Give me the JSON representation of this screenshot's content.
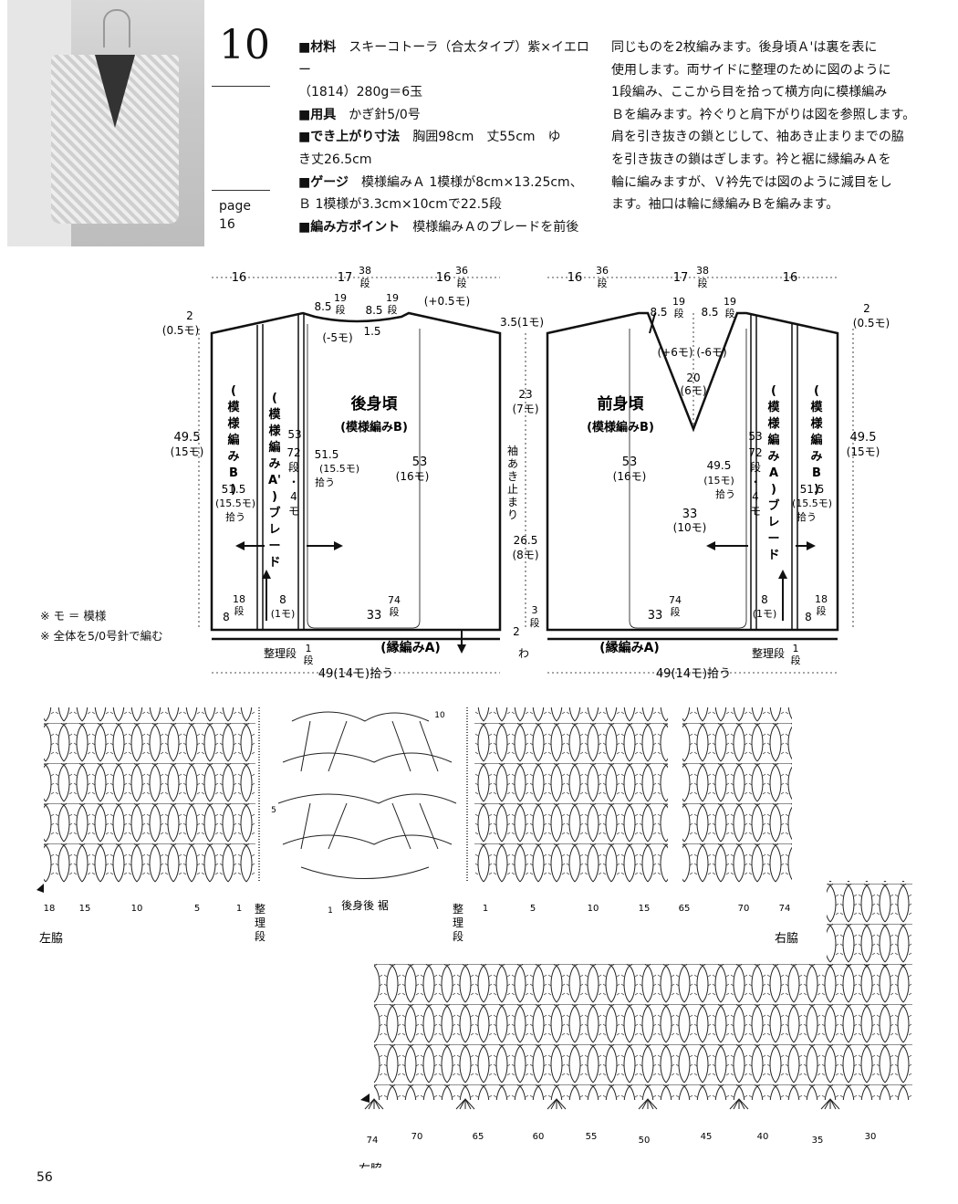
{
  "header": {
    "pattern_number": "10",
    "page_label": "page",
    "page_ref": "16"
  },
  "materials": {
    "label": "■材料",
    "text1": "スキーコトーラ（合太タイプ）紫×イエロー",
    "text2": "（1814）280g＝6玉"
  },
  "tools": {
    "label": "■用具",
    "text": "かぎ針5/0号"
  },
  "finished_size": {
    "label": "■でき上がり寸法",
    "text1": "胸囲98cm　丈55cm　ゆ",
    "text2": "き丈26.5cm"
  },
  "gauge": {
    "label": "■ゲージ",
    "text1": "模様編みＡ 1模様が8cm×13.25cm、",
    "text2": "Ｂ 1模様が3.3cm×10cmで22.5段"
  },
  "knitting_points": {
    "label": "■編み方ポイント",
    "text": "模様編みＡのブレードを前後"
  },
  "instructions_lines": [
    "同じものを2枚編みます。後身頃Ａ'は裏を表に",
    "使用します。両サイドに整理のために図のように",
    "1段編み、ここから目を拾って横方向に模様編み",
    "Ｂを編みます。衿ぐりと肩下がりは図を参照します。",
    "肩を引き抜きの鎖とじして、袖あき止まりまでの脇",
    "を引き抜きの鎖はぎします。衿と裾に縁編みＡを",
    "輪に編みますが、Ｖ衿先では図のように減目をし",
    "ます。袖口は輪に縁編みＢを編みます。"
  ],
  "notes": [
    "※ モ ＝ 模様",
    "※ 全体を5/0号針で編む"
  ],
  "back": {
    "title": "後身頃",
    "subtitle": "(模様編みB)",
    "top_dims": [
      "16",
      "17",
      "16"
    ],
    "top_rows": [
      "38\n段",
      "36\n段"
    ],
    "neck": [
      "8.5",
      "19\n段",
      "8.5",
      "19\n段",
      "(+0.5モ)",
      "(-5モ)",
      "1.5"
    ],
    "left_shoulder": [
      "2",
      "(0.5モ)"
    ],
    "right_shoulder": [
      "3.5(1モ)"
    ],
    "side_b": "(模様編みB)",
    "side_a": "(模様編みA')ブレード",
    "h495": [
      "49.5",
      "(15モ)"
    ],
    "h515": [
      "51.5",
      "(15.5モ)",
      "拾う"
    ],
    "h53": [
      "53",
      "(72段・4モ)"
    ],
    "h515b": [
      "51.5",
      "(15.5モ)",
      "拾う"
    ],
    "center53": [
      "53",
      "(16モ)"
    ],
    "bottom": [
      "8",
      "18\n段",
      "8",
      "(1モ)",
      "33",
      "74\n段"
    ],
    "edge": "(縁編みA)",
    "seiri": "整理段",
    "seiri_rows": "1\n段",
    "pickup": "49(14モ)拾う"
  },
  "middle": {
    "armhole": "袖あき止まり",
    "d23": [
      "23",
      "(7モ)"
    ],
    "d265": [
      "26.5",
      "(8モ)"
    ],
    "rows3": "3\n段",
    "d2": "2",
    "wa": "わ"
  },
  "front": {
    "title": "前身頃",
    "subtitle": "(模様編みB)",
    "top_dims": [
      "16",
      "17",
      "16"
    ],
    "top_rows": [
      "36\n段",
      "38\n段"
    ],
    "neck": [
      "8.5",
      "19\n段",
      "8.5",
      "19\n段"
    ],
    "v": [
      "(+6モ)",
      "(-6モ)",
      "20",
      "(6モ)"
    ],
    "shoulder": [
      "2",
      "(0.5モ)"
    ],
    "center53": [
      "53",
      "(16モ)"
    ],
    "center33": [
      "33",
      "(10モ)"
    ],
    "side_a": "(模様編みA)ブレード",
    "side_b": "(模様編みB)",
    "h53": [
      "53",
      "(72段・4モ)"
    ],
    "h495": [
      "49.5",
      "(15モ)"
    ],
    "h515": [
      "51.5",
      "(15.5モ)",
      "拾う"
    ],
    "h495r": [
      "49.5",
      "(15モ)"
    ],
    "bottom": [
      "33",
      "74\n段",
      "8",
      "(1モ)",
      "8",
      "18\n段"
    ],
    "edge": "(縁編みA)",
    "seiri": "整理段",
    "seiri_rows": "1\n段",
    "pickup": "49(14モ)拾う"
  },
  "chart_top": {
    "left_ticks": [
      "18",
      "15",
      "10",
      "5",
      "1"
    ],
    "left_label": "左脇",
    "seiri1": "整理段",
    "mid_label": "後身後 裾",
    "row10": "10",
    "row5": "5",
    "row1": "1",
    "seiri2": "整理段",
    "right_ticks": [
      "1",
      "5",
      "10",
      "15",
      "65",
      "70",
      "74"
    ],
    "right_label": "右脇"
  },
  "chart_bottom": {
    "ticks": [
      "74",
      "70",
      "65",
      "60",
      "55",
      "50",
      "45",
      "40",
      "35",
      "30"
    ],
    "label": "右脇"
  },
  "page_number": "56"
}
